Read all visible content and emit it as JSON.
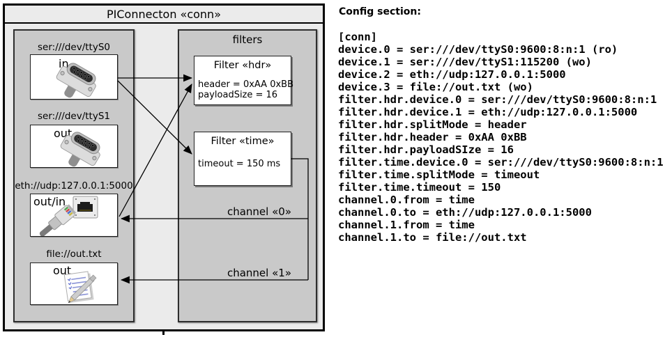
{
  "diagram": {
    "title": "PIConnecton «conn»",
    "devices_group": {
      "devices": [
        {
          "label": "ser:///dev/ttyS0",
          "port": "in",
          "icon": "serial-connector-icon"
        },
        {
          "label": "ser:///dev/ttyS1",
          "port": "out",
          "icon": "serial-connector-icon"
        },
        {
          "label": "eth://udp:127.0.0.1:5000",
          "port": "out/in",
          "icon": "ethernet-connector-icon"
        },
        {
          "label": "file://out.txt",
          "port": "out",
          "icon": "notes-file-icon"
        }
      ]
    },
    "filters_group": {
      "title": "filters",
      "filters": [
        {
          "title": "Filter «hdr»",
          "attrs": [
            "header = 0xAA 0xBB",
            "payloadSize = 16"
          ]
        },
        {
          "title": "Filter «time»",
          "attrs": [
            "timeout = 150 ms"
          ]
        }
      ],
      "channels": [
        {
          "label": "channel «0»"
        },
        {
          "label": "channel «1»"
        }
      ]
    },
    "colors": {
      "outer_fill": "#ebebeb",
      "group_fill": "#c9c9c9",
      "box_fill": "#ffffff",
      "line": "#000000"
    }
  },
  "config": {
    "title": "Config section:",
    "lines": [
      "[conn]",
      "device.0 = ser:///dev/ttyS0:9600:8:n:1 (ro)",
      "device.1 = ser:///dev/ttyS1:115200 (wo)",
      "device.2 = eth://udp:127.0.0.1:5000",
      "device.3 = file://out.txt (wo)",
      "filter.hdr.device.0 = ser:///dev/ttyS0:9600:8:n:1",
      "filter.hdr.device.1 = eth://udp:127.0.0.1:5000",
      "filter.hdr.splitMode = header",
      "filter.hdr.header = 0xAA 0xBB",
      "filter.hdr.payloadSIze = 16",
      "filter.time.device.0 = ser:///dev/ttyS0:9600:8:n:1",
      "filter.time.splitMode = timeout",
      "filter.time.timeout = 150",
      "channel.0.from = time",
      "channel.0.to = eth://udp:127.0.0.1:5000",
      "channel.1.from = time",
      "channel.1.to = file://out.txt"
    ]
  }
}
